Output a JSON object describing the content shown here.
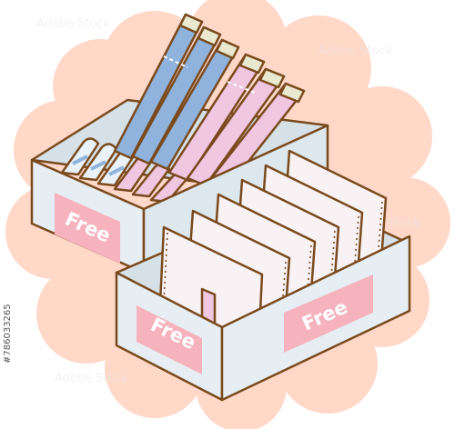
{
  "labels": {
    "free_back": "Free",
    "free_front_left": "Free",
    "free_front_right": "Free"
  },
  "watermark": {
    "brand": "Adobe Stock",
    "id": "#786033265"
  },
  "colors": {
    "blob": "#ffd8c8",
    "outline": "#7a4a1e",
    "box_body": "#e6eef3",
    "label_pink": "#f6b3bd",
    "pad_blue": "#8fb3dc",
    "pad_pink": "#f0c6e0",
    "tampon": "#e8f2f8",
    "pantyliner": "#f8f2f4",
    "tab_cream": "#e9e9cf"
  }
}
